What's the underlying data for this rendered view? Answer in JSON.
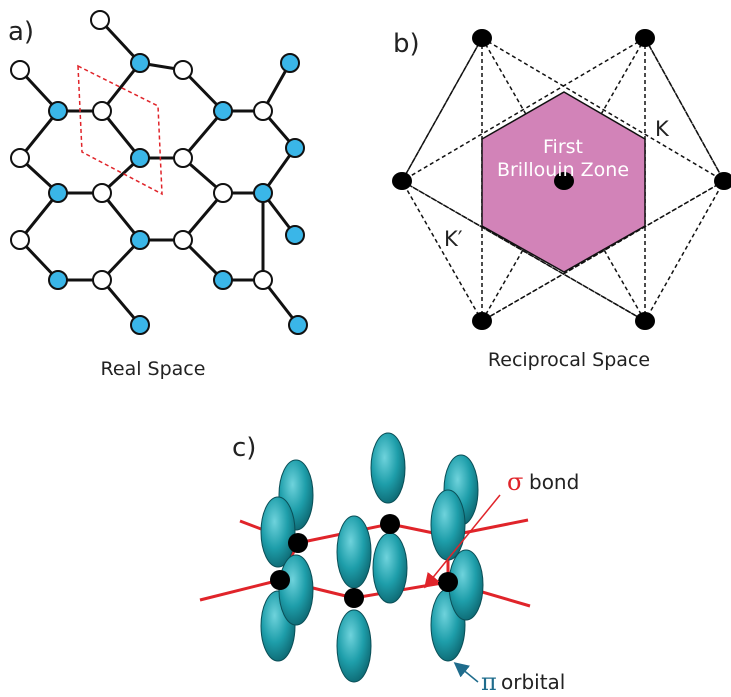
{
  "panel_a": {
    "letter": "a)",
    "caption": "Real Space"
  },
  "panel_b": {
    "letter": "b)",
    "zone_label_line1": "First",
    "zone_label_line2": "Brillouin Zone",
    "k_label": "K",
    "kprime_label": "K′",
    "caption": "Reciprocal Space"
  },
  "panel_c": {
    "letter": "c)",
    "sigma_symbol": "σ",
    "sigma_text": "bond",
    "pi_symbol": "π",
    "pi_text": "orbital"
  },
  "colors": {
    "atom_blue": "#3ab6e8",
    "atom_white": "#ffffff",
    "bond": "#111111",
    "unit_cell": "#e0242a",
    "brillouin_zone": "#d283b8",
    "orbital": "#1e9eaa",
    "sigma_bond": "#e0242a",
    "pi_label": "#1f6c8c"
  }
}
